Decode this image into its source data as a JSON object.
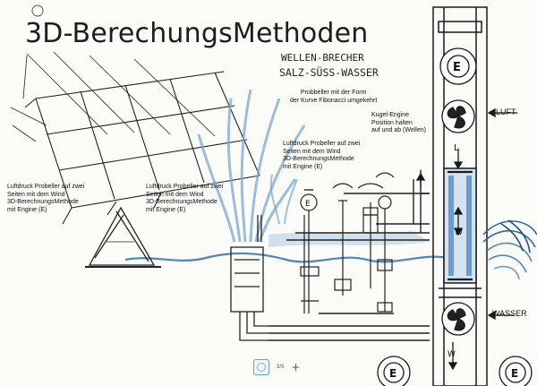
{
  "title": "3D-BerechungsMethoden",
  "subtitle_line1": "WELLEN-BRECHER",
  "subtitle_line2": "SALZ-SÜSS-WASSER",
  "notes": {
    "probeller_form": "Probbeller mit der Form\nder Kurve Fibonacci umgekehrt",
    "kugel_engine": "Kugel-Engine\nPosition halten\nauf und ab (Wellen)",
    "luftdruck_center": "Luftdruck Probeller auf zwei\nSeiten mit dem Wind\n3D-BerechnungsMethode\nmit Engine (E)",
    "luftdruck_left": "Luftdruck Probeller auf zwei\nSeiten mit dem Wind\n3D-BerechnungsMethode\nmit Engine (E)",
    "luftdruck_mid": "Luftdruck Probeller auf zwei\nSeiten mit dem Wind\n3D-BerechnungsMethode\nmit Engine (E)"
  },
  "labels": {
    "luft": "LUFT",
    "wasser": "WASSER",
    "engine": "E",
    "l": "L",
    "w": "W"
  },
  "toolbar": {
    "page_indicator": "3/5",
    "add": "+"
  },
  "colors": {
    "ink": "#1a1a1a",
    "water_blue": "#4a86c0",
    "stream_blue": "#7aa7d4"
  }
}
